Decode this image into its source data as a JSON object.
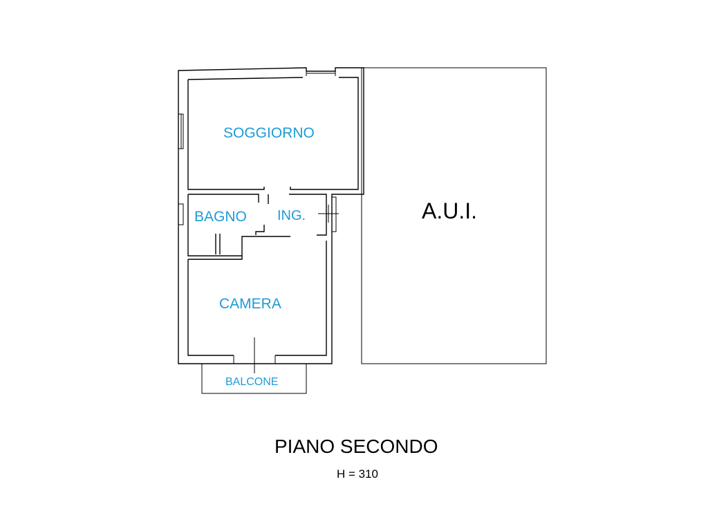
{
  "rooms": {
    "soggiorno": "SOGGIORNO",
    "bagno": "BAGNO",
    "ingresso": "ING.",
    "camera": "CAMERA",
    "balcone": "BALCONE"
  },
  "adjacent_unit": "A.U.I.",
  "floor": {
    "title": "PIANO SECONDO",
    "height": "H = 310"
  },
  "colors": {
    "room_label": "#1e9bd7",
    "lines": "#000000",
    "background": "#ffffff"
  }
}
